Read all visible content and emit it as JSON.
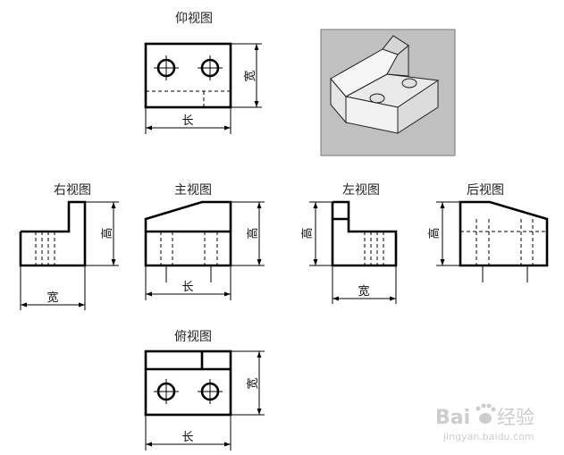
{
  "views": {
    "bottom": "仰视图",
    "right": "右视图",
    "front": "主视图",
    "left": "左视图",
    "back": "后视图",
    "top": "俯视图"
  },
  "dims": {
    "length": "长",
    "width": "宽",
    "height": "高"
  },
  "watermark": {
    "brand": "Bai",
    "brand2": "经验",
    "url": "jingyan.baidu.com"
  },
  "colors": {
    "line": "#000000",
    "photo_bg": "#c0c0c0"
  }
}
